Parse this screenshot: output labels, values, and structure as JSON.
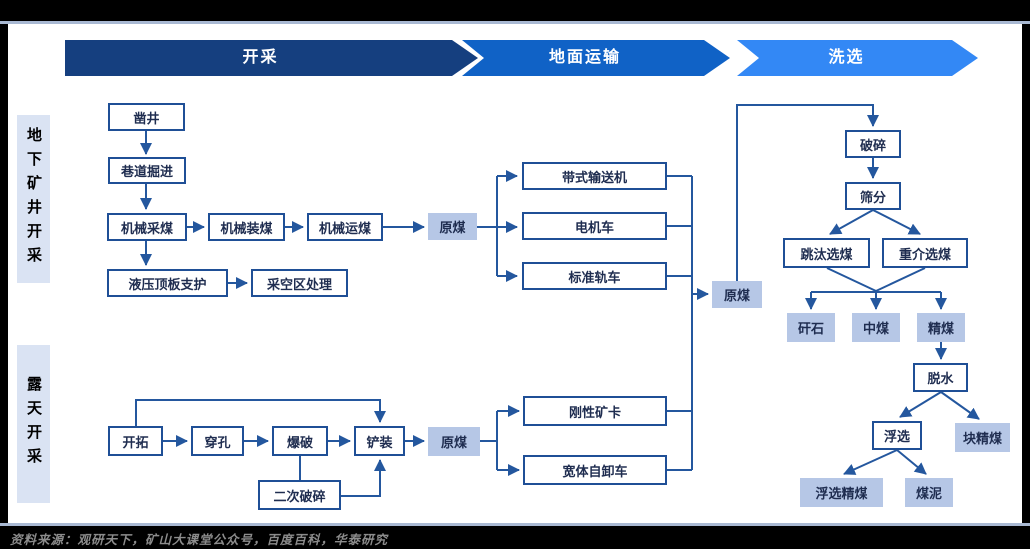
{
  "banners": [
    {
      "label": "开采",
      "color": "#153f7f"
    },
    {
      "label": "地面运输",
      "color": "#1062c6"
    },
    {
      "label": "洗选",
      "color": "#3388f5"
    }
  ],
  "side_labels": {
    "underground": "地下矿井开采",
    "open_pit": "露天开采"
  },
  "nodes": {
    "zaojing": "凿井",
    "xiangdao_juejin": "巷道掘进",
    "jixie_caimei": "机械采煤",
    "jixie_zhuangmei": "机械装煤",
    "jixie_yunmei": "机械运煤",
    "yeya_dingban_zhihu": "液压顶板支护",
    "caikongqu_chuli": "采空区处理",
    "yuanmei_1": "原煤",
    "daishi_shusongji": "带式输送机",
    "dianjiche": "电机车",
    "biaozhun_guiche": "标准轨车",
    "yuanmei_2": "原煤",
    "posui": "破碎",
    "shaifen": "筛分",
    "tiaotai_xuanmei": "跳汰选煤",
    "zhongjie_xuanmei": "重介选煤",
    "ganshi": "矸石",
    "zhongmei": "中煤",
    "jingmei": "精煤",
    "tuoshui": "脱水",
    "fuxuan": "浮选",
    "kuai_jingmei": "块精煤",
    "fuxuan_jingmei": "浮选精煤",
    "meini": "煤泥",
    "kaituo": "开拓",
    "chuankong": "穿孔",
    "baopo": "爆破",
    "chanzhuang": "铲装",
    "yuanmei_3": "原煤",
    "erci_posui": "二次破碎",
    "gangxing_kuangka": "刚性矿卡",
    "kuanti_zixieche": "宽体自卸车"
  },
  "source": "资料来源：观研天下，矿山大课堂公众号，百度百科，华泰研究",
  "colors": {
    "banner_mining": "#153f7f",
    "banner_transport": "#1062c6",
    "banner_washing": "#3388f5",
    "line": "#24579e",
    "box_border": "#1f4f96",
    "box_fill_light": "#b6c7e6",
    "side_label_fill": "#dae3f3",
    "accent_line": "#a9b9d3",
    "source_text": "#8c8c8c"
  }
}
